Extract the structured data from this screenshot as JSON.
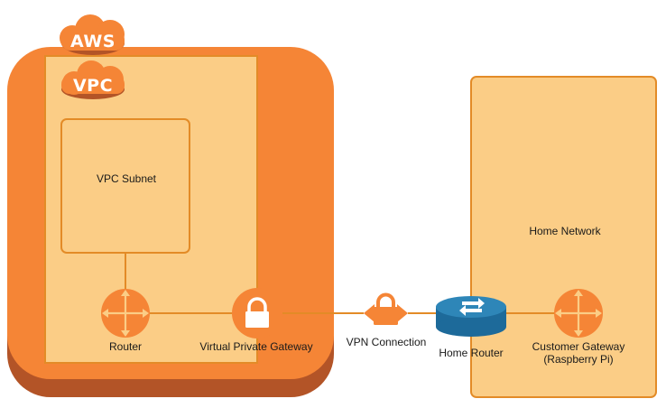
{
  "aws": {
    "label": "AWS"
  },
  "vpc": {
    "label": "VPC"
  },
  "vpc_subnet": {
    "label": "VPC Subnet"
  },
  "router": {
    "label": "Router"
  },
  "virtual_private_gateway": {
    "label": "Virtual Private Gateway"
  },
  "vpn_connection": {
    "label": "VPN Connection"
  },
  "home_router": {
    "label": "Home Router"
  },
  "home_network": {
    "label": "Home Network"
  },
  "customer_gateway": {
    "label_line1": "Customer Gateway",
    "label_line2": "(Raspberry Pi)"
  },
  "colors": {
    "aws_orange": "#F58536",
    "aws_shadow": "#B35427",
    "vpc_fill": "#FBCD86",
    "line": "#E38B27",
    "router_blue": "#1D6A9A"
  },
  "icons": {
    "router": "router-icon",
    "gateway": "lock-icon",
    "vpn": "vpn-lock-icon",
    "home_router": "network-router-icon",
    "customer_gateway": "customer-gateway-icon"
  }
}
